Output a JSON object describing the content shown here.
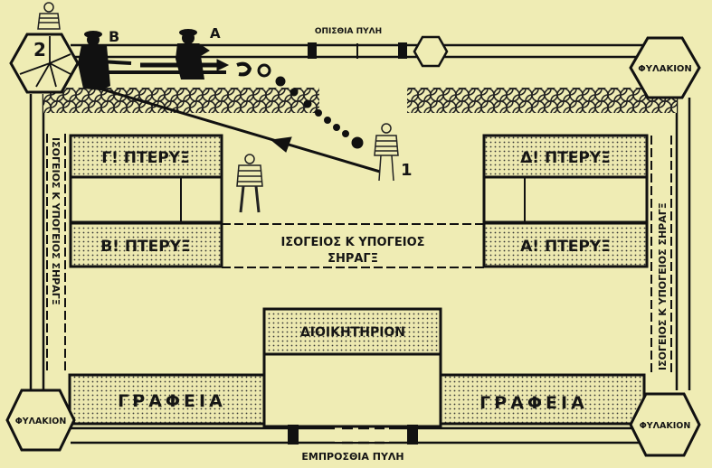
{
  "labels": {
    "back_gate": "ΟΠΙΣΘΙΑ ΠΥΛΗ",
    "front_gate": "ΕΜΠΡΟΣΘΙΑ ΠΥΛΗ",
    "guardhouse_tr": "ΦΥΛΑΚΙΟΝ",
    "guardhouse_bl": "ΦΥΛΑΚΙΟΝ",
    "guardhouse_br": "ΦΥΛΑΚΙΟΝ",
    "wing_g": "Γ! ΠΤΕΡΥΞ",
    "wing_d": "Δ! ΠΤΕΡΥΞ",
    "wing_b": "Β! ΠΤΕΡΥΞ",
    "wing_a": "Α! ΠΤΕΡΥΞ",
    "corridor_line1": "ΙΣΟΓΕΙΟΣ Κ ΥΠΟΓΕΙΟΣ",
    "corridor_line2": "ΣΗΡΑΓΞ",
    "corridor_left": "ΙΣΟΓΕΙΟΣ Κ ΥΠΟΓΕΙΟΣ ΣΗΡΑΓΞ",
    "corridor_right": "ΙΣΟΓΕΙΟΣ Κ ΥΠΟΓΕΙΟΣ ΣΗΡΑΓΞ",
    "headquarters": "ΔΙΟΙΚΗΤΗΡΙΟΝ",
    "offices_left": "ΓΡΑΦΕΙΑ",
    "offices_right": "ΓΡΑΦΕΙΑ",
    "marker_2": "2",
    "marker_b": "B",
    "marker_a": "A",
    "marker_1": "1"
  },
  "colors": {
    "paper": "#efecb4",
    "ink": "#111111"
  }
}
